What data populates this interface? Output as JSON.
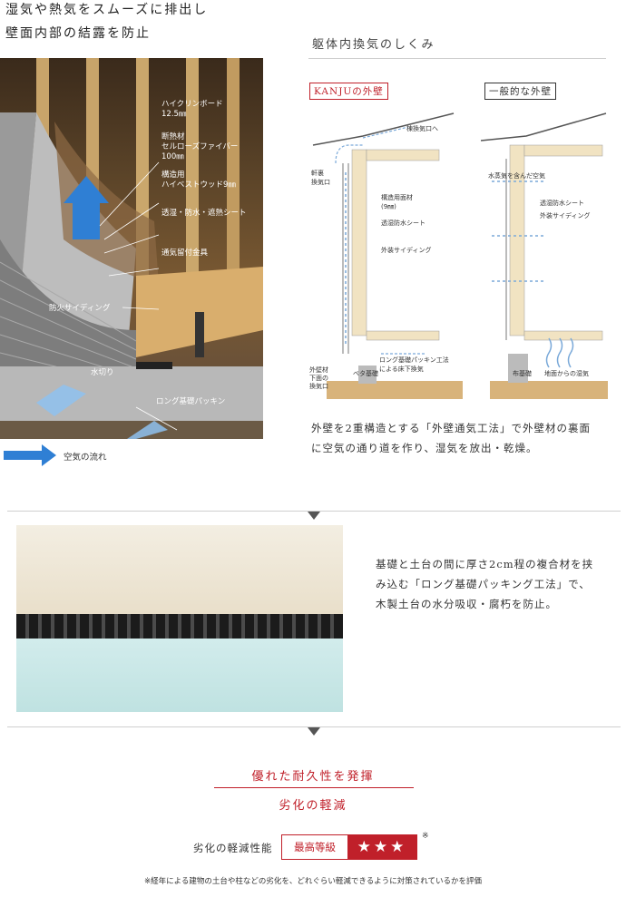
{
  "header": {
    "line1": "湿気や熱気をスムーズに排出し",
    "line2": "壁面内部の結露を防止"
  },
  "photo1": {
    "labels": {
      "board": "ハイクリンボード",
      "board_size": "12.5㎜",
      "insulation": "断熱材",
      "insulation_name": "セルローズファイバー",
      "insulation_size": "100㎜",
      "structural": "構造用",
      "structural_name": "ハイベストウッド9㎜",
      "sheet": "透湿・防水・遮熱シート",
      "bracket": "通気留付金具",
      "siding": "防火サイディング",
      "drip": "水切り",
      "packing": "ロング基礎パッキン"
    }
  },
  "legend": {
    "airflow": "空気の流れ"
  },
  "ventilation": {
    "title": "躯体内換気のしくみ",
    "kanju": {
      "title": "KANJUの外壁",
      "labels": {
        "ridge": "棟換気口へ",
        "eave1": "軒裏",
        "eave2": "換気口",
        "structural1": "構造用面材",
        "structural2": "(9㎜)",
        "membrane": "透湿防水シート",
        "siding": "外装サイディング",
        "bottom1": "外壁材",
        "bottom2": "下面の",
        "bottom3": "換気口",
        "packing1": "ロング基礎パッキン工法",
        "packing2": "による床下換気",
        "foundation": "ベタ基礎"
      }
    },
    "general": {
      "title": "一般的な外壁",
      "labels": {
        "humid_air": "水蒸気を含んだ空気",
        "membrane": "透湿防水シート",
        "siding": "外装サイディング",
        "foundation": "布基礎",
        "ground": "地面からの湿気"
      }
    },
    "description": [
      "外壁を2重構造とする「外壁通気工法」で外壁材の裏面",
      "に空気の通り道を作り、湿気を放出・乾燥。"
    ]
  },
  "packing_section": {
    "text": [
      "基礎と土台の間に厚さ2cm程の複合材を挟",
      "み込む「ロング基礎パッキング工法」で、",
      "木製土台の水分吸収・腐朽を防止。"
    ]
  },
  "durability": {
    "headline": "優れた耐久性を発揮",
    "subheadline": "劣化の軽減",
    "rating_label": "劣化の軽減性能",
    "rating_grade": "最高等級",
    "stars": "★★★",
    "note_mark": "※",
    "footnote": "※経年による建物の土台や柱などの劣化を、どれぐらい軽減できるように対策されているかを評価"
  },
  "colors": {
    "accent_red": "#c0202a",
    "arrow_blue": "#2f7fd4",
    "diagram_blue": "#7aa9d9"
  }
}
